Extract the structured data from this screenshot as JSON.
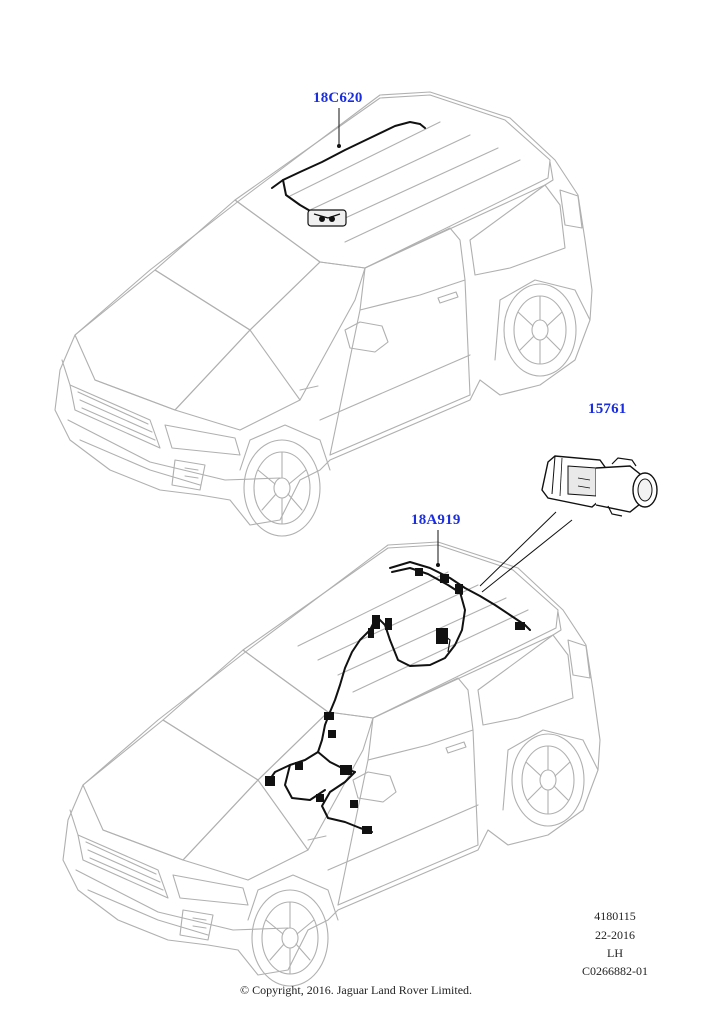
{
  "callouts": {
    "roof_harness": "18C620",
    "connector": "15761",
    "body_harness": "18A919"
  },
  "meta": {
    "line1": "4180115",
    "line2": "22-2016",
    "line3": "LH",
    "line4": "C0266882-01"
  },
  "copyright": "© Copyright, 2016. Jaguar Land Rover Limited.",
  "colors": {
    "callout": "#1a2ee0",
    "car_outline": "#b0b0b0",
    "wire": "#111111"
  }
}
